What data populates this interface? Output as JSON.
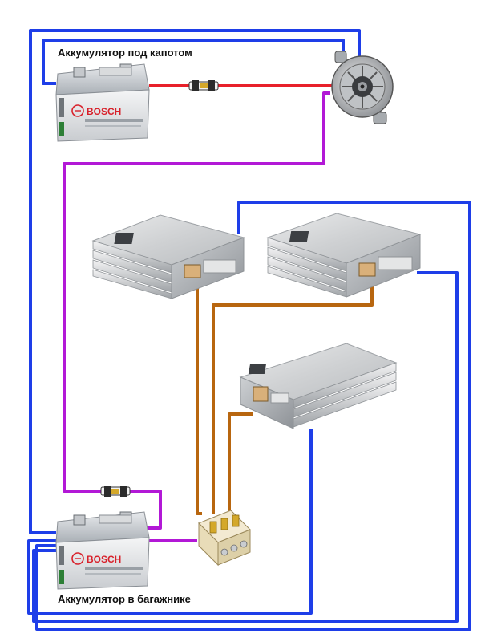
{
  "labels": {
    "battery_top": "Аккумулятор под капотом",
    "battery_bottom": "Аккумулятор в багажнике",
    "battery_brand": "BOSCH"
  },
  "colors": {
    "ground_wire": "#1e3ee8",
    "power_wire": "#b218d6",
    "main_wire": "#e8202a",
    "amp_feed_wire": "#b8660f",
    "fuse": "#d4a82a",
    "aluminium": "#c8c9cb"
  },
  "components": {
    "battery_count": 2,
    "amplifier_count": 3,
    "fuse_block_slots": 3,
    "inline_fuses": 2
  }
}
